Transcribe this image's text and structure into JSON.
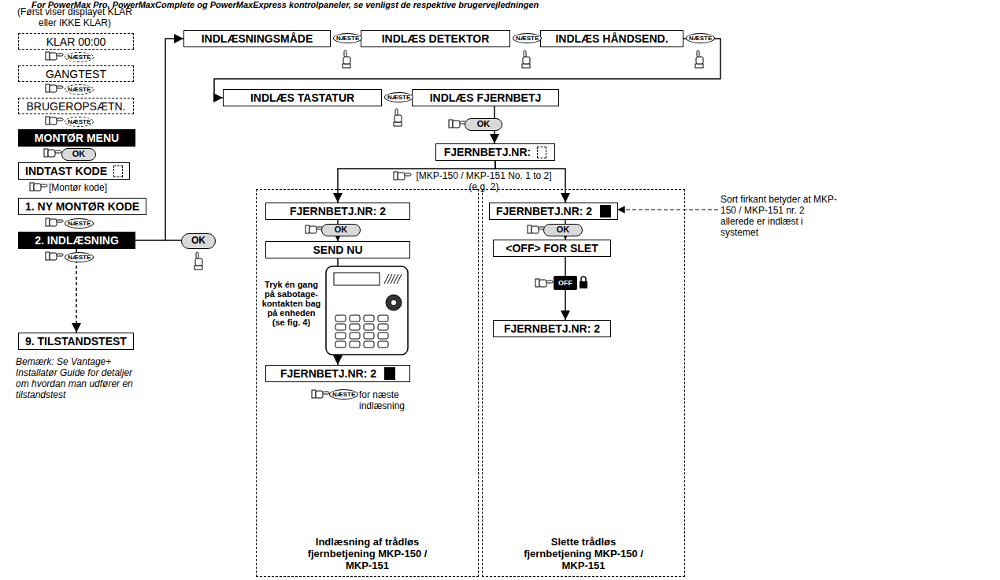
{
  "diagram": {
    "nodes": [
      {
        "text": [
          "KLAR 00:00"
        ]
      },
      {
        "text": [
          "GANGTEST"
        ]
      },
      {
        "text": [
          "BRUGEROPSÆTN."
        ]
      },
      {
        "text": [
          "MONTØR MENU"
        ]
      },
      {
        "text": [
          "INDTAST KODE"
        ]
      },
      {
        "text": [
          "1. NY MONTØR KODE"
        ]
      },
      {
        "text": [
          "2. INDLÆSNING"
        ]
      },
      {
        "text": [
          "9. TILSTANDSTEST"
        ]
      },
      {
        "text": [
          "INDLÆSNINGSMÅDE"
        ]
      },
      {
        "text": [
          "INDLÆS DETEKTOR"
        ]
      },
      {
        "text": [
          "INDLÆS HÅNDSEND."
        ]
      },
      {
        "text": [
          "INDLÆS TASTATUR"
        ]
      },
      {
        "text": [
          "INDLÆS FJERNBETJ"
        ]
      },
      {
        "text": [
          "FJERNBETJ.NR:"
        ]
      },
      {
        "text": [
          "Indlæsning af trådløs fjernbetjening MKP-150 / MKP-151"
        ]
      },
      {
        "text": [
          "FJERNBETJ.NR: 2"
        ],
        "in": 14
      },
      {
        "text": [
          "SEND NU"
        ],
        "in": 14
      },
      {
        "text": [
          "FJERNBETJ.NR: 2"
        ],
        "in": 14
      },
      {
        "text": [
          "Slette trådløs fjernbetjening MKP-150 / MKP-151"
        ]
      },
      {
        "text": [
          "FJERNBETJ.NR: 2"
        ],
        "in": 18
      },
      {
        "text": [
          "<OFF> FOR SLET"
        ],
        "in": 18
      },
      {
        "text": [
          "FJERNBETJ.NR: 2"
        ],
        "in": 18
      }
    ],
    "edges": [
      {
        "from": 6,
        "to": 7,
        "arrow": "to"
      },
      {
        "from": 6,
        "to": 8,
        "arrow": "to"
      },
      {
        "from": 10,
        "to": 11,
        "arrow": "to"
      },
      {
        "from": 12,
        "to": 13,
        "arrow": "to"
      },
      {
        "from": 13,
        "to": 15,
        "arrow": "to"
      },
      {
        "from": 13,
        "to": 19,
        "arrow": "to"
      },
      {
        "from": 15,
        "to": 16,
        "arrow": "to"
      },
      {
        "from": 16,
        "to": 17,
        "arrow": "to"
      },
      {
        "from": 19,
        "to": 20,
        "arrow": "to"
      },
      {
        "from": 20,
        "to": 21,
        "arrow": "to"
      }
    ],
    "labels": [
      "For PowerMax Pro, PowerMaxComplete og PowerMaxExpress kontrolpaneler, se venligst de respektive brugervejledningen",
      "(Først viser displayet KLAR eller IKKE KLAR)",
      "NÆSTE",
      "NÆSTE",
      "NÆSTE",
      "OK",
      "[Montør kode]",
      "NÆSTE",
      "NÆSTE",
      "OK",
      "Bemærk: Se Vantage+ Installatør Guide for detaljer om hvordan man udfører en tilstandstest",
      "NÆSTE",
      "NÆSTE",
      "NÆSTE",
      "NÆSTE",
      "OK",
      "[MKP-150 / MKP-151 No. 1 to 2] (e.g. 2)",
      "OK",
      "Tryk én gang på sabotage-kontakten bag på enheden (se fig. 4)",
      "NÆSTE",
      "for næste indlæsning",
      "OK",
      "OFF",
      "Sort firkant betyder at MKP-150 / MKP-151 nr. 2 allerede er indlæst i systemet"
    ]
  }
}
